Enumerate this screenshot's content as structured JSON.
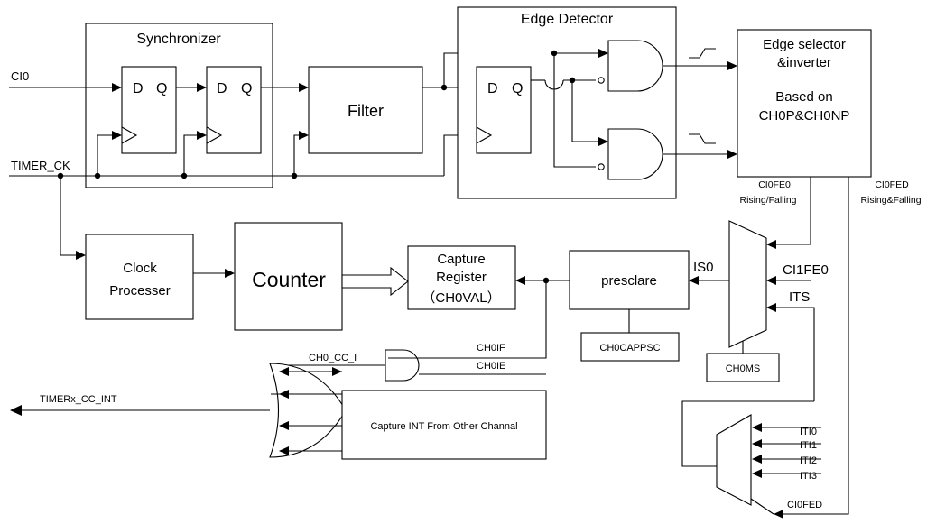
{
  "blocks": {
    "synchronizer": "Synchronizer",
    "filter": "Filter",
    "edge_detector": "Edge Detector",
    "edge_selector": [
      "Edge selector",
      "&inverter",
      "Based on",
      "CH0P&CH0NP"
    ],
    "clock_processer": [
      "Clock",
      "Processer"
    ],
    "counter": "Counter",
    "capture_register": [
      "Capture",
      "Register",
      "（CH0VAL）"
    ],
    "prescaler": "presclare",
    "ch0cappsc": "CH0CAPPSC",
    "ch0ms": "CH0MS",
    "capture_other": "Capture INT From Other Channal"
  },
  "flipflop": {
    "d": "D",
    "q": "Q"
  },
  "signals": {
    "ci0": "CI0",
    "timer_ck": "TIMER_CK",
    "ci0fe0": "CI0FE0",
    "rising_falling": "Rising/Falling",
    "ci0fed": "CI0FED",
    "rising_and_falling": "Rising&Falling",
    "is0": "IS0",
    "ci1fe0": "CI1FE0",
    "its": "ITS",
    "ch0if": "CH0IF",
    "ch0ie": "CH0IE",
    "ch0_cc_i": "CH0_CC_I",
    "timerx_cc_int": "TIMERx_CC_INT",
    "iti0": "ITI0",
    "iti1": "ITI1",
    "iti2": "ITI2",
    "iti3": "ITI3",
    "ci0fed_mux": "CI0FED"
  }
}
